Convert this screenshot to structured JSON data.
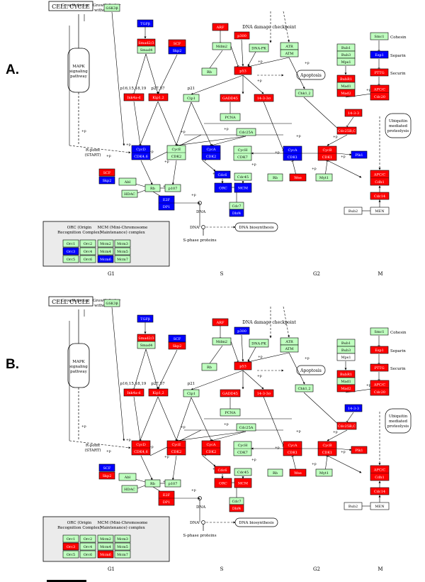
{
  "panels": [
    {
      "letter": "A.",
      "title": "CELL CYCLE",
      "phases": [
        "G1",
        "S",
        "G2",
        "M"
      ],
      "labels": {
        "growth_factor": "Growth factor",
        "growth_factor_withdrawal": [
          "Growth factor",
          "withdrawal"
        ],
        "mapk": [
          "MAPK",
          "signaling",
          "pathway"
        ],
        "dna_damage": "DNA damage checkpoint",
        "apoptosis": "Apoptosis",
        "cohesin": "Cohesin",
        "separin": "Separin",
        "securin": "Securin",
        "ubiquitin": [
          "Ubiquitin",
          "mediated",
          "proteolysis"
        ],
        "rpoint": [
          "R-point",
          "(START)"
        ],
        "p16": "p16,15,18,19",
        "p27": "p27,57",
        "p21": "p21",
        "dna": "DNA",
        "dna2": "DNA",
        "dna_bio": "DNA biosynthesis",
        "sphase": "S-phase proteins",
        "orc_complex": [
          "ORC (Origin",
          "Recognition Complex)"
        ],
        "mcm_complex": [
          "MCM (Mini-Chromosome",
          "Maintenance) complex"
        ]
      },
      "colors": {
        "GSK3B": "green",
        "TGFB": "blue",
        "Smad23": "red",
        "Smad4": "green",
        "SCF1": "red",
        "Skp2a": "blue",
        "Ink4": "red",
        "Kip12": "red",
        "Cip1": "green",
        "ARF": "red",
        "p300": "red",
        "Mdm2": "green",
        "DNAPK": "green",
        "ATR": "green",
        "ATM": "green",
        "Rb1": "green",
        "p53": "red",
        "GADD45": "red",
        "1433s": "red",
        "PCNA": "green",
        "Chk12": "green",
        "Bub1": "green",
        "Bub3": "green",
        "Mps1": "green",
        "BubR1": "red",
        "Mad1": "green",
        "Mad2": "red",
        "Smc1": "green",
        "Esp1": "blue",
        "PTTG": "red",
        "APCCdc20": "red",
        "1433": "red",
        "Cdc25BC": "red",
        "Cdc25A": "green",
        "CycD": "blue",
        "CycE": "green",
        "CycA1": "blue",
        "CycH": "green",
        "CycA2": "blue",
        "CycB": "red",
        "Plk1": "blue",
        "SCF2": "red",
        "Skp2b": "blue",
        "Abl": "green",
        "HDAC": "green",
        "Rb2": "green",
        "p107": "green",
        "E2F": "blue",
        "Cdc6": "blue",
        "Cdc45": "green",
        "ORC": "blue",
        "MCM": "blue",
        "Cdc7": "green",
        "Dbf4": "blue",
        "Rb3": "green",
        "Wee": "red",
        "Myt1": "green",
        "APCCdh1": "red",
        "Cdc14": "red",
        "Bub2": "white",
        "MEN": "white",
        "Orc1": "green",
        "Orc2": "green",
        "Orc3": "blue",
        "Orc4": "green",
        "Orc5": "green",
        "Orc6": "green",
        "Mcm2": "green",
        "Mcm3": "green",
        "Mcm4": "green",
        "Mcm5": "green",
        "Mcm6": "blue",
        "Mcm7": "green"
      }
    },
    {
      "letter": "B.",
      "title": "CELL CYCLE",
      "phases": [
        "G1",
        "S",
        "G2",
        "M"
      ],
      "labels": {
        "growth_factor": "Growth factor",
        "growth_factor_withdrawal": [
          "Growth factor",
          "withdrawal"
        ],
        "mapk": [
          "MAPK",
          "signaling",
          "pathway"
        ],
        "dna_damage": "DNA damage checkpoint",
        "apoptosis": "Apoptosis",
        "cohesin": "Cohesin",
        "separin": "Separin",
        "securin": "Securin",
        "ubiquitin": [
          "Ubiquitin",
          "mediated",
          "proteolysis"
        ],
        "rpoint": [
          "R-point",
          "(START)"
        ],
        "p16": "p16,15,18,19",
        "p27": "p27,57",
        "p21": "p21",
        "dna": "DNA",
        "dna2": "DNA",
        "dna_bio": "DNA biosynthesis",
        "sphase": "S-phase proteins",
        "orc_complex": [
          "ORC (Origin",
          "Recognition Complex)"
        ],
        "mcm_complex": [
          "MCM (Mini-Chromosome",
          "Maintenance) complex"
        ]
      },
      "colors": {
        "GSK3B": "green",
        "TGFB": "blue",
        "Smad23": "red",
        "Smad4": "green",
        "SCF1": "blue",
        "Skp2a": "red",
        "Ink4": "red",
        "Kip12": "red",
        "Cip1": "green",
        "ARF": "red",
        "p300": "blue",
        "Mdm2": "green",
        "DNAPK": "green",
        "ATR": "green",
        "ATM": "green",
        "Rb1": "green",
        "p53": "red",
        "GADD45": "red",
        "1433s": "red",
        "PCNA": "green",
        "Chk12": "green",
        "Bub1": "green",
        "Bub3": "green",
        "Mps1": "white",
        "BubR1": "red",
        "Mad1": "green",
        "Mad2": "red",
        "Smc1": "green",
        "Esp1": "red",
        "PTTG": "red",
        "APCCdc20": "red",
        "1433": "blue",
        "Cdc25BC": "red",
        "Cdc25A": "green",
        "CycD": "red",
        "CycE": "red",
        "CycA1": "red",
        "CycH": "green",
        "CycA2": "red",
        "CycB": "red",
        "Plk1": "red",
        "SCF2": "blue",
        "Skp2b": "red",
        "Abl": "green",
        "HDAC": "green",
        "Rb2": "green",
        "p107": "green",
        "E2F": "red",
        "Cdc6": "red",
        "Cdc45": "green",
        "ORC": "red",
        "MCM": "red",
        "Cdc7": "green",
        "Dbf4": "red",
        "Rb3": "green",
        "Wee": "red",
        "Myt1": "green",
        "APCCdh1": "red",
        "Cdc14": "red",
        "Bub2": "white",
        "MEN": "white",
        "Orc1": "green",
        "Orc2": "green",
        "Orc3": "red",
        "Orc4": "green",
        "Orc5": "green",
        "Orc6": "green",
        "Mcm2": "green",
        "Mcm3": "green",
        "Mcm4": "green",
        "Mcm5": "green",
        "Mcm6": "red",
        "Mcm7": "green"
      }
    }
  ],
  "genes": {
    "GSK3B": [
      "GSK3β"
    ],
    "TGFB": [
      "TGFβ"
    ],
    "Smad23": [
      "Smad2/3"
    ],
    "Smad4": [
      "Smad4"
    ],
    "SCF1": [
      "SCF"
    ],
    "Skp2a": [
      "Skp2"
    ],
    "Ink4": [
      "Ink4a-d"
    ],
    "Kip12": [
      "Kip1,2"
    ],
    "Cip1": [
      "Cip1"
    ],
    "ARF": [
      "ARF"
    ],
    "p300": [
      "p300"
    ],
    "Mdm2": [
      "Mdm2"
    ],
    "DNAPK": [
      "DNA-PK"
    ],
    "ATR": [
      "ATR"
    ],
    "ATM": [
      "ATM"
    ],
    "Rb1": [
      "Rb"
    ],
    "p53": [
      "p53"
    ],
    "GADD45": [
      "GADD45"
    ],
    "1433s": [
      "14-3-3σ"
    ],
    "PCNA": [
      "PCNA"
    ],
    "Chk12": [
      "Chk1,2"
    ],
    "Bub1": [
      "Bub1"
    ],
    "Bub3": [
      "Bub3"
    ],
    "Mps1": [
      "Mps1"
    ],
    "BubR1": [
      "BubR1"
    ],
    "Mad1": [
      "Mad1"
    ],
    "Mad2": [
      "Mad2"
    ],
    "Smc1": [
      "Smc1"
    ],
    "Esp1": [
      "Esp1"
    ],
    "PTTG": [
      "PTTG"
    ],
    "APCCdc20": [
      "APC/C",
      "Cdc20"
    ],
    "1433": [
      "14-3-3"
    ],
    "Cdc25BC": [
      "Cdc25B,C"
    ],
    "Cdc25A": [
      "Cdc25A"
    ],
    "CycD": [
      "CycD",
      "CDK4,6"
    ],
    "CycE": [
      "CycE",
      "CDK2"
    ],
    "CycA1": [
      "CycA",
      "CDK2"
    ],
    "CycH": [
      "CycH",
      "CDK7"
    ],
    "CycA2": [
      "CycA",
      "CDK1"
    ],
    "CycB": [
      "CycB",
      "CDK1"
    ],
    "Plk1": [
      "Plk1"
    ],
    "SCF2": [
      "SCF"
    ],
    "Skp2b": [
      "Skp2"
    ],
    "Abl": [
      "Abl"
    ],
    "HDAC": [
      "HDAC"
    ],
    "Rb2": [
      "Rb"
    ],
    "p107": [
      "p107"
    ],
    "E2F": [
      "E2F",
      "DP1"
    ],
    "Cdc6": [
      "Cdc6"
    ],
    "Cdc45": [
      "Cdc45"
    ],
    "ORC": [
      "ORC"
    ],
    "MCM": [
      "MCM"
    ],
    "Cdc7": [
      "Cdc7"
    ],
    "Dbf4": [
      "Dbf4"
    ],
    "Rb3": [
      "Rb"
    ],
    "Wee": [
      "Wee"
    ],
    "Myt1": [
      "Myt1"
    ],
    "APCCdh1": [
      "APC/C",
      "Cdh1"
    ],
    "Cdc14": [
      "Cdc14"
    ],
    "Bub2": [
      "Bub2"
    ],
    "MEN": [
      "MEN"
    ],
    "Orc1": [
      "Orc1"
    ],
    "Orc2": [
      "Orc2"
    ],
    "Orc3": [
      "Orc3"
    ],
    "Orc4": [
      "Orc4"
    ],
    "Orc5": [
      "Orc5"
    ],
    "Orc6": [
      "Orc6"
    ],
    "Mcm2": [
      "Mcm2"
    ],
    "Mcm3": [
      "Mcm3"
    ],
    "Mcm4": [
      "Mcm4"
    ],
    "Mcm5": [
      "Mcm5"
    ],
    "Mcm6": [
      "Mcm6"
    ],
    "Mcm7": [
      "Mcm7"
    ]
  },
  "palette": {
    "green": "#bfffbf",
    "red": "#ff0000",
    "blue": "#0000ff",
    "white": "#ffffff",
    "line": "#000000"
  }
}
